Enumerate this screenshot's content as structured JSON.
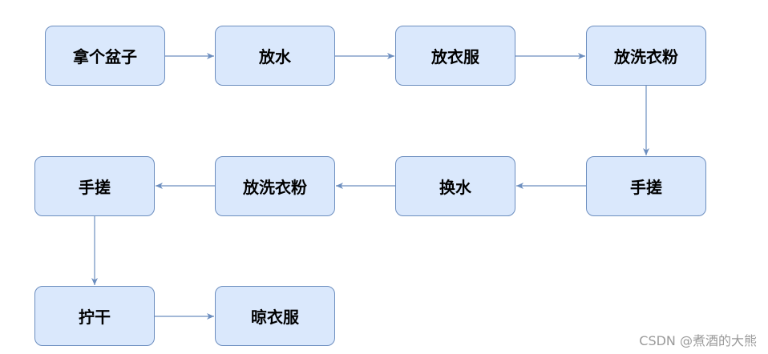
{
  "diagram": {
    "nodes": [
      {
        "id": "n1",
        "label": "拿个盆子"
      },
      {
        "id": "n2",
        "label": "放水"
      },
      {
        "id": "n3",
        "label": "放衣服"
      },
      {
        "id": "n4",
        "label": "放洗衣粉"
      },
      {
        "id": "n5",
        "label": "手搓"
      },
      {
        "id": "n6",
        "label": "换水"
      },
      {
        "id": "n7",
        "label": "放洗衣粉"
      },
      {
        "id": "n8",
        "label": "手搓"
      },
      {
        "id": "n9",
        "label": "拧干"
      },
      {
        "id": "n10",
        "label": "晾衣服"
      }
    ],
    "edges": [
      {
        "from": "n1",
        "to": "n2"
      },
      {
        "from": "n2",
        "to": "n3"
      },
      {
        "from": "n3",
        "to": "n4"
      },
      {
        "from": "n4",
        "to": "n5"
      },
      {
        "from": "n5",
        "to": "n6"
      },
      {
        "from": "n6",
        "to": "n7"
      },
      {
        "from": "n7",
        "to": "n8"
      },
      {
        "from": "n8",
        "to": "n9"
      },
      {
        "from": "n9",
        "to": "n10"
      }
    ],
    "colors": {
      "node_fill": "#dae8fc",
      "node_stroke": "#6c8ebf",
      "edge": "#6c8ebf",
      "watermark": "#9a9a9a"
    }
  },
  "watermark": "CSDN @煮酒的大熊"
}
